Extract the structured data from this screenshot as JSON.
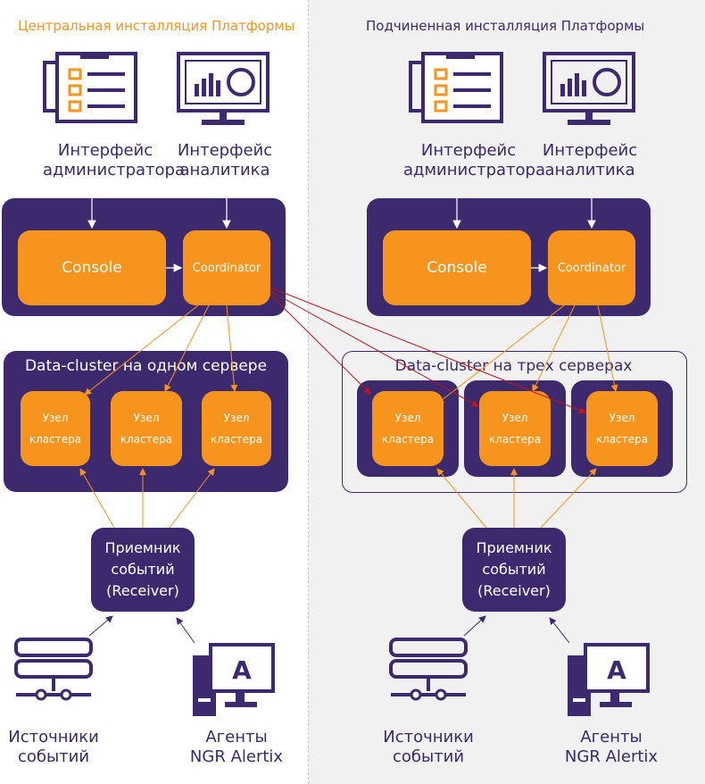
{
  "left": {
    "title": "Центральная инсталляция Платформы",
    "admin_label": "Интерфейс\nадминистратора",
    "analyst_label": "Интерфейс\nаналитика",
    "console": "Console",
    "coordinator": "Coordinator",
    "cluster_title": "Data-cluster на одном сервере",
    "nodes": [
      "Узел\nкластера",
      "Узел\nкластера",
      "Узел\nкластера"
    ],
    "receiver": "Приемник\nсобытий\n(Receiver)",
    "sources_label": "Источники\nсобытий",
    "agents_label": "Агенты\nNGR Alertix"
  },
  "right": {
    "title": "Подчиненная инсталляция Платформы",
    "admin_label": "Интерфейс\nадминистратора",
    "analyst_label": "Интерфейс\nаналитика",
    "console": "Console",
    "coordinator": "Coordinator",
    "cluster_title": "Data-cluster на трех серверах",
    "nodes": [
      "Узел\nкластера",
      "Узел\nкластера",
      "Узел\nкластера"
    ],
    "receiver": "Приемник\nсобытий\n(Receiver)",
    "sources_label": "Источники\nсобытий",
    "agents_label": "Агенты\nNGR Alertix"
  },
  "icons": {
    "document": "clipboard-checklist-icon",
    "monitor": "analytics-monitor-icon",
    "server": "server-stack-icon",
    "agent": "agent-terminal-icon"
  },
  "colors": {
    "dark": "#3d2a6e",
    "orange": "#f7941d",
    "left_title": "#f7941d",
    "right_title": "#3d2a6e",
    "link_red": "#c0141a",
    "panel_bg": "#f1f1f1"
  }
}
